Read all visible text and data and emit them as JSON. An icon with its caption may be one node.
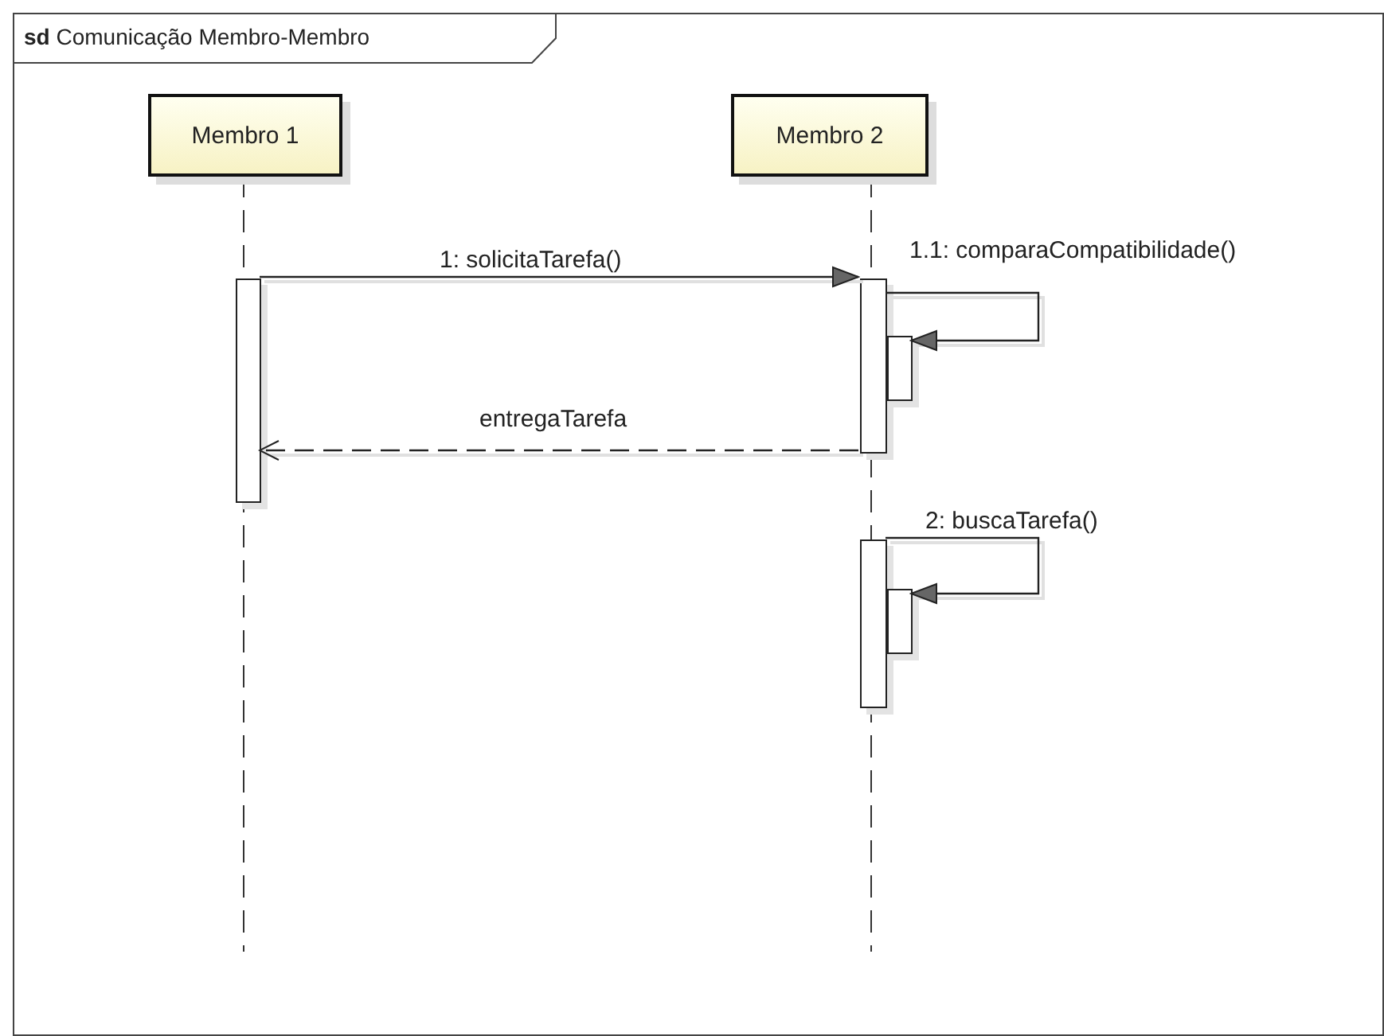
{
  "diagram": {
    "nodes": [
      {
        "text": [
          "**sd** Comunicação Membro-Membro"
        ]
      },
      {
        "text": [
          "Membro 1"
        ],
        "in": 0
      },
      {
        "text": [
          "Membro 2"
        ],
        "in": 0
      },
      {
        "text": [],
        "shape": "bar",
        "in": 0
      },
      {
        "text": [],
        "shape": "bar",
        "in": 0
      },
      {
        "text": [],
        "shape": "bar",
        "in": 0
      },
      {
        "text": [],
        "shape": "bar",
        "in": 0
      },
      {
        "text": [],
        "shape": "bar",
        "in": 0
      }
    ],
    "edges": [
      {
        "from": 3,
        "to": 4,
        "arrow": "to",
        "label": "1: solicitaTarefa()"
      },
      {
        "from": 4,
        "to": 5,
        "arrow": "to",
        "label": "1.1: comparaCompatibilidade()"
      },
      {
        "from": 4,
        "to": 3,
        "arrow": "to",
        "label": "entregaTarefa",
        "style": "dashed"
      },
      {
        "from": 6,
        "to": 7,
        "arrow": "to",
        "label": "2: buscaTarefa()"
      }
    ]
  }
}
